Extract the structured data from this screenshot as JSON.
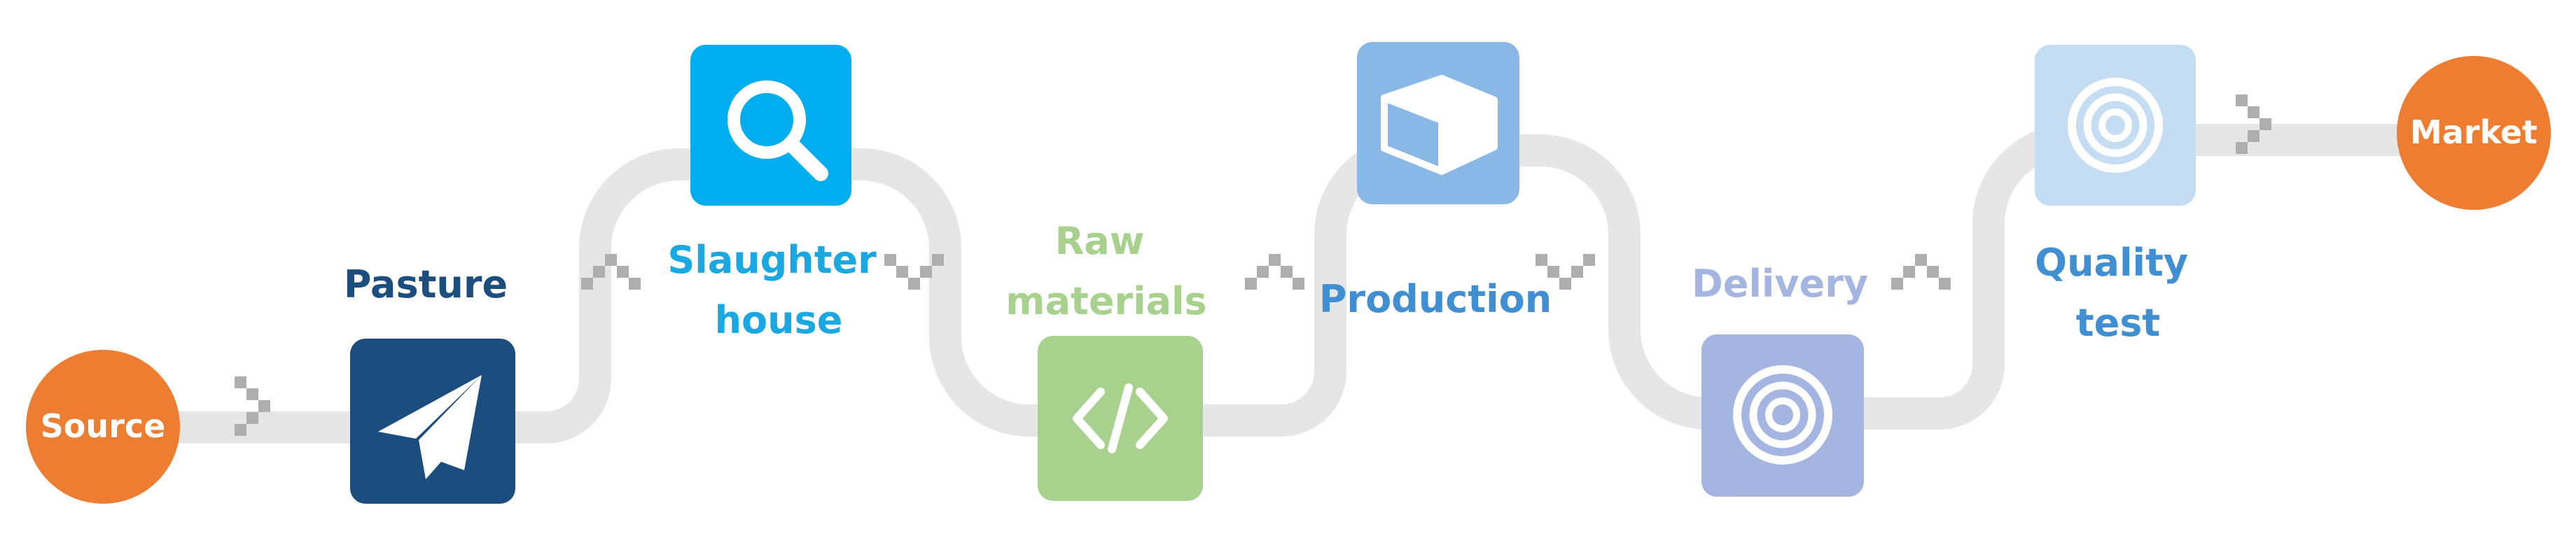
{
  "start_node": {
    "label": "Source",
    "color": "#ED7D31"
  },
  "end_node": {
    "label": "Market",
    "color": "#ED7D31"
  },
  "track_color": "#E6E6E6",
  "arrow_color": "#AEAEAE",
  "steps": [
    {
      "lines": [
        "Pasture"
      ],
      "icon": "paper-plane-icon",
      "color": "#1B4D7E",
      "label_color": "#1B4D7E"
    },
    {
      "lines": [
        "Slaughter",
        "house"
      ],
      "icon": "magnifier-icon",
      "color": "#00AEEF",
      "label_color": "#1BA8E2"
    },
    {
      "lines": [
        "Raw",
        "materials"
      ],
      "icon": "code-brackets-icon",
      "color": "#A9D18E",
      "label_color": "#A9D18E"
    },
    {
      "lines": [
        "Production"
      ],
      "icon": "box-icon",
      "color": "#8AB8E6",
      "label_color": "#3F8FD2"
    },
    {
      "lines": [
        "Delivery"
      ],
      "icon": "target-icon",
      "color": "#A3B5E0",
      "label_color": "#A3B5E0"
    },
    {
      "lines": [
        "Quality",
        "test"
      ],
      "icon": "target-icon",
      "color": "#C5DDF3",
      "label_color": "#3F8FD2"
    }
  ]
}
